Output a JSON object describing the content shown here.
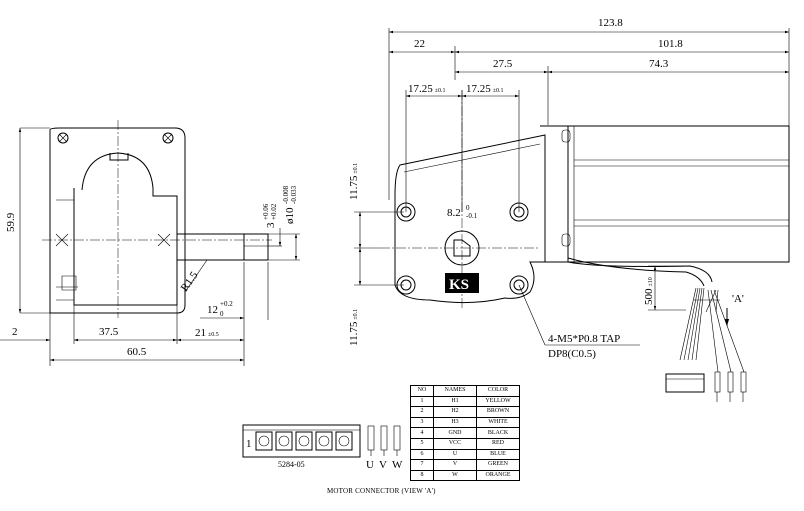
{
  "side_view": {
    "dims": {
      "height": "59.9",
      "left_offset": "2",
      "body_depth": "37.5",
      "overall_width": "60.5",
      "shaft_length": "21",
      "shaft_length_tol": "±0.5",
      "flat_length": "12",
      "flat_tol_upper": "+0.2",
      "flat_tol_lower": "0",
      "radius": "R1.5",
      "flat_depth": "3",
      "flat_depth_tol_upper": "+0.06",
      "flat_depth_tol_lower": "+0.02",
      "shaft_dia": "ø10",
      "shaft_dia_tol_upper": "-0.008",
      "shaft_dia_tol_lower": "-0.033"
    }
  },
  "front_view": {
    "dims": {
      "overall_length": "123.8",
      "gearbox_length": "22",
      "motor_length": "101.8",
      "offset_a": "27.5",
      "offset_b": "74.3",
      "hole_pitch_left": "17.25",
      "hole_pitch_left_tol": "±0.1",
      "hole_pitch_right": "17.25",
      "hole_pitch_right_tol": "±0.1",
      "vertical_upper": "11.75",
      "vertical_upper_tol": "±0.1",
      "vertical_lower": "11.75",
      "vertical_lower_tol": "±0.1",
      "center_offset": "8.2",
      "center_offset_tol_upper": "0",
      "center_offset_tol_lower": "-0.1",
      "lead_length": "500",
      "lead_length_tol": "±10",
      "tap_note_line1": "4-M5*P0.8 TAP",
      "tap_note_line2": "DP8(C0.5)",
      "view_label": "'A'",
      "logo": "KS"
    }
  },
  "connector": {
    "pin_one_label": "1",
    "model": "5284-05",
    "terminals": [
      "U",
      "V",
      "W"
    ],
    "caption": "MOTOR CONNECTOR (VIEW 'A')"
  },
  "color_table": {
    "headers": [
      "NO",
      "NAMES",
      "COLOR"
    ],
    "rows": [
      [
        "1",
        "H1",
        "YELLOW"
      ],
      [
        "2",
        "H2",
        "BROWN"
      ],
      [
        "3",
        "H3",
        "WHITE"
      ],
      [
        "4",
        "GND",
        "BLACK"
      ],
      [
        "5",
        "VCC",
        "RED"
      ],
      [
        "6",
        "U",
        "BLUE"
      ],
      [
        "7",
        "V",
        "GREEN"
      ],
      [
        "8",
        "W",
        "ORANGE"
      ]
    ]
  }
}
